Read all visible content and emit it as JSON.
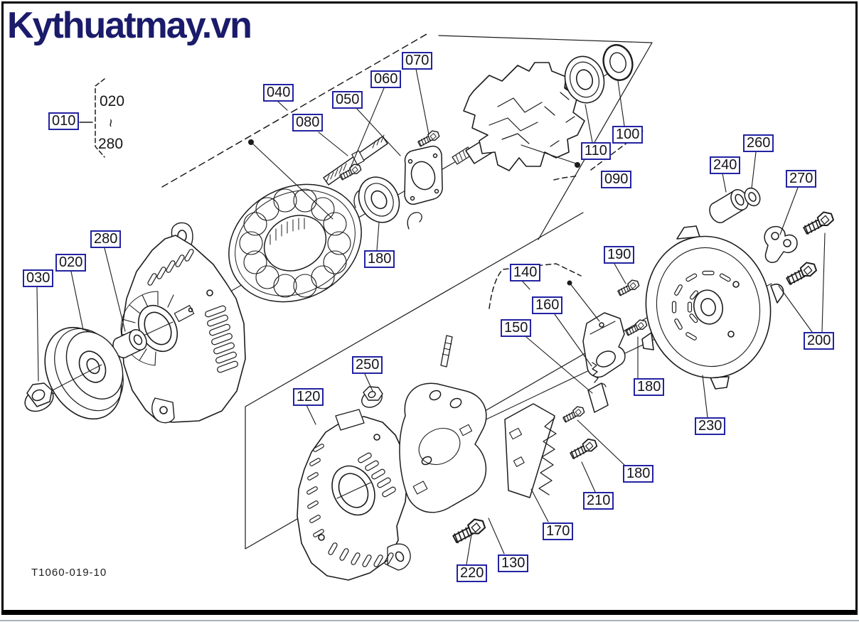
{
  "logo": {
    "text": "Kythuatmay.vn"
  },
  "drawing": {
    "number": "T1060-019-10"
  },
  "reference_group": {
    "label": "010",
    "range_start": "020",
    "range_separator": "~",
    "range_end": "280"
  },
  "labels": {
    "l010": "010",
    "l020": "020",
    "l030": "030",
    "l040": "040",
    "l050": "050",
    "l060": "060",
    "l070": "070",
    "l080": "080",
    "l090": "090",
    "l100": "100",
    "l110": "110",
    "l120": "120",
    "l130": "130",
    "l140": "140",
    "l150": "150",
    "l160": "160",
    "l170": "170",
    "l180": "180",
    "l190": "190",
    "l200": "200",
    "l210": "210",
    "l220": "220",
    "l230": "230",
    "l240": "240",
    "l250": "250",
    "l260": "260",
    "l270": "270",
    "l280": "280"
  },
  "colors": {
    "logo": "#1b1b6b",
    "label_border": "#2323a2",
    "label_text": "#14141b",
    "diagram_line": "#1c1c1c"
  }
}
